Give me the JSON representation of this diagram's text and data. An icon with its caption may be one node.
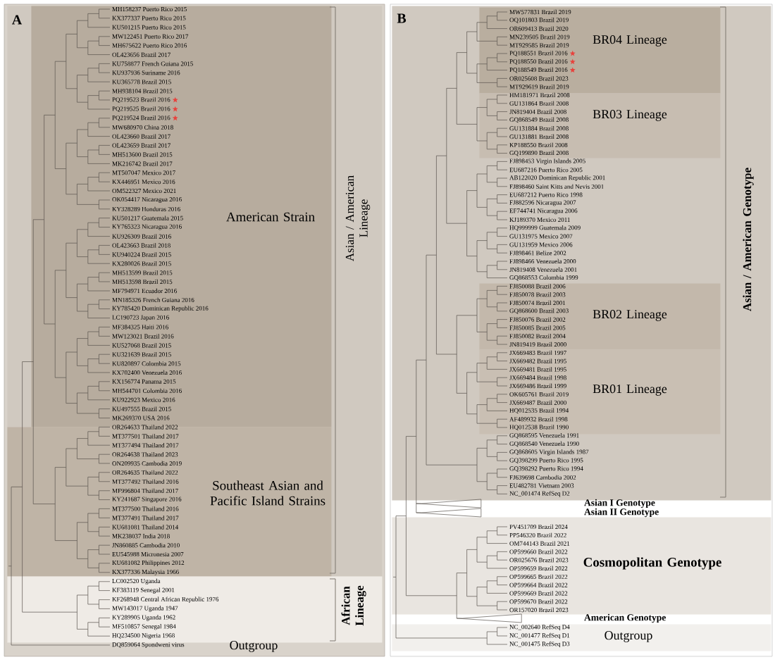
{
  "diagram": {
    "nodes": [
      {
        "text": [
          "Asian / American Lineage"
        ]
      },
      {
        "text": [
          "American Strain"
        ],
        "in": 0
      },
      {
        "text": [
          "Southeast Asian and Pacific Island Strains"
        ],
        "in": 0
      },
      {
        "text": [
          "African Lineage"
        ]
      },
      {
        "text": [
          "Asian / American Genotype"
        ]
      },
      {
        "text": [
          "BR04 Lineage"
        ],
        "in": 4
      },
      {
        "text": [
          "BR03 Lineage"
        ],
        "in": 4
      },
      {
        "text": [
          "BR02 Lineage"
        ],
        "in": 4
      },
      {
        "text": [
          "BR01 Lineage"
        ],
        "in": 4
      },
      {
        "text": [
          "Cosmopolitan Genotype"
        ]
      },
      {
        "text": [
          "Outgroup"
        ]
      }
    ],
    "labels": [
      "A",
      "MH158237 Puerto Rico 2015",
      "KX377337 Puerto Rico 2015",
      "KU501215 Puerto Rico 2015",
      "MW122451 Puerto Rico 2017",
      "MH675622 Puerto Rico 2016",
      "OL423656 Brazil 2017",
      "KU758877 French Guiana 2015",
      "KU937936 Suriname 2016",
      "KU365778 Brazil 2015",
      "MH938104 Brazil 2015",
      "PQ219523 Brazil 2016",
      "PQ219525 Brazil 2016",
      "PQ219524 Brazil 2016",
      "MW680970 China 2018",
      "OL423660 Brazil 2017",
      "OL423659 Brazil 2017",
      "MH513600 Brazil 2015",
      "MK216742 Brazil 2017",
      "MT507047 Mexico 2017",
      "KX446951 Mexico 2016",
      "OM522327 Mexico 2021",
      "OK054417 Nicaragua 2016",
      "KY328289 Honduras 2016",
      "KU501217 Guatemala 2015",
      "KY765323 Nicaragua 2016",
      "KU926309 Brazil 2016",
      "OL423663 Brazil 2018",
      "KU940224 Brazil 2015",
      "KX280026 Brazil 2015",
      "MH513599 Brazil 2015",
      "MH513598 Brazil 2015",
      "MF794971 Ecuador 2016",
      "MN185326 French Guiana 2016",
      "KY785420 Dominican Republic 2016",
      "LC190723 Japan 2016",
      "MF384325 Haiti 2016",
      "MW123021 Brazil 2016",
      "KU527068 Brazil 2015",
      "KU321639 Brazil 2015",
      "KU820897 Colombia 2015",
      "KX702400 Venezuela 2016",
      "KX156774 Panama 2015",
      "MH544701 Colombia 2016",
      "KU922923 Mexico 2016",
      "KU497555 Brazil 2015",
      "MK269370 USA 2016",
      "OR264633 Thailand 2022",
      "MT377501 Thailand 2017",
      "MT377494 Thailand 2017",
      "OR264638 Thailand 2023",
      "ON209935 Cambodia 2019",
      "OR264635 Thailand 2022",
      "MT377492 Thailand 2016",
      "MF996804 Thailand 2017",
      "KY241687 Singapore 2016",
      "MT377500 Thailand 2016",
      "MT377491 Thailand 2017",
      "KU681081 Thailand 2014",
      "MK238037 India 2018",
      "JN860885 Cambodia 2010",
      "EU545988 Micronesia 2007",
      "KU681082 Philippines 2012",
      "KX377336 Malaysia 1966",
      "LC002520 Uganda",
      "KF383119 Senegal 2001",
      "KF268948 Central African Republic 1976",
      "MW143017 Uganda 1947",
      "KY289905 Uganda 1962",
      "MF510857 Senegal 1984",
      "HQ234500 Nigeria 1968",
      "DQ859064 Spondweni virus",
      "Outgroup",
      "B",
      "MW577831 Brazil 2019",
      "OQ101803 Brazil 2019",
      "OR609413 Brazil 2020",
      "MN239505 Brazil 2019",
      "MT929585 Brazil 2019",
      "PQ188551 Brazil 2016",
      "PQ188550 Brazil 2016",
      "PQ188549 Brazil 2016",
      "OR025608 Brazil 2023",
      "MT929619 Brazil 2019",
      "HM181971 Brazil 2008",
      "GU131864 Brazil 2008",
      "JN819404 Brazil 2008",
      "GQ868549 Brazil 2008",
      "GU131884 Brazil 2008",
      "GU131881 Brazil 2008",
      "KP188550 Brazil 2008",
      "GQ199890 Brazil 2008",
      "FJ898453 Virgin Islands 2005",
      "EU687216 Puerto Rico 2005",
      "AB122020 Dominican Republic 2001",
      "FJ898460 Saint Kitts and Nevis 2001",
      "EU687212 Puerto Rico 1998",
      "FJ882596 Nicaragua 2007",
      "EF744741 Nicaragua 2006",
      "KJ189370 Mexico 2011",
      "HQ999999 Guatemala 2009",
      "GU131975 Mexico 2007",
      "GU131959 Mexico 2006",
      "FJ898461 Belize 2002",
      "FJ898466 Venezuela 2000",
      "JN819408 Venezuela 2001",
      "GQ868553 Colombia 1999",
      "FJ850088 Brazil 2006",
      "FJ850078 Brazil 2003",
      "FJ850074 Brazil 2001",
      "GQ868600 Brazil 2003",
      "FJ850076 Brazil 2002",
      "FJ850085 Brazil 2005",
      "FJ850082 Brazil 2004",
      "JN819419 Brazil 2000",
      "JX669483 Brazil 1997",
      "JX669482 Brazil 1995",
      "JX669481 Brazil 1995",
      "JX669484 Brazil 1998",
      "JX669486 Brazil 1999",
      "OK605761 Brazil 2019",
      "JX669487 Brazil 2000",
      "HQ012535 Brazil 1994",
      "AF489932 Brazil 1998",
      "HQ012538 Brazil 1990",
      "GQ868595 Venezuela 1991",
      "GQ868540 Venezuela 1990",
      "GQ868605 Virgin Islands 1987",
      "GQ398299 Puerto Rico 1995",
      "GQ398292 Puerto Rico 1994",
      "FJ639698 Cambodia 2002",
      "EU482781 Vietnam 2003",
      "NC_001474 RefSeq D2",
      "Asian I Genotype",
      "Asian II Genotype",
      "PV451709 Brazil 2024",
      "PP546320 Brazil 2022",
      "OM744143 Brazil 2021",
      "OP599660 Brazil 2022",
      "OR025676 Brazil 2023",
      "OP599659 Brazil 2022",
      "OP599665 Brazil 2022",
      "OP599664 Brazil 2022",
      "OP599669 Brazil 2022",
      "OP599670 Brazil 2022",
      "OR157020 Brazil 2023",
      "American Genotype",
      "NC_002640 RefSeq D4",
      "NC_001477 RefSeq D1",
      "NC_001475 RefSeq D3"
    ]
  }
}
